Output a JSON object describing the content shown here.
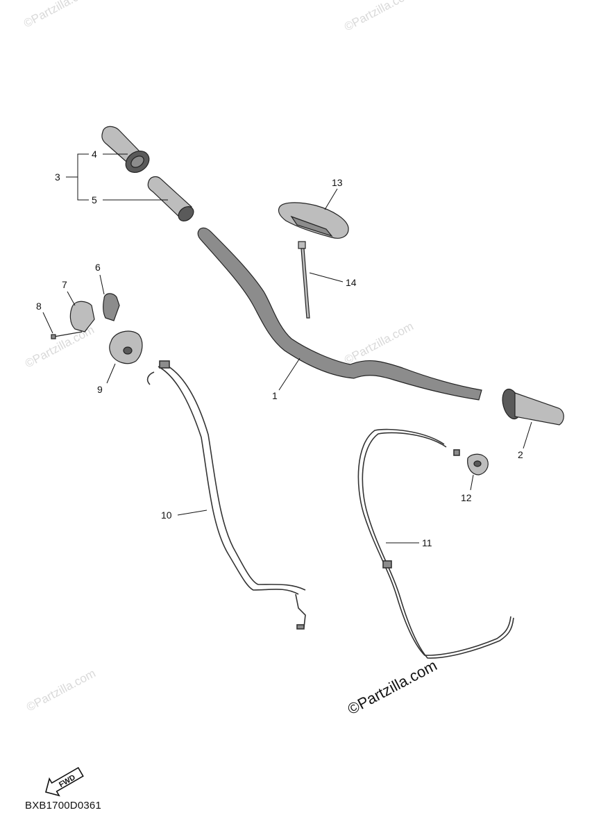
{
  "diagram": {
    "callouts": [
      {
        "id": "c1",
        "label": "1"
      },
      {
        "id": "c2",
        "label": "2"
      },
      {
        "id": "c3",
        "label": "3"
      },
      {
        "id": "c4",
        "label": "4"
      },
      {
        "id": "c5",
        "label": "5"
      },
      {
        "id": "c6",
        "label": "6"
      },
      {
        "id": "c7",
        "label": "7"
      },
      {
        "id": "c8",
        "label": "8"
      },
      {
        "id": "c9",
        "label": "9"
      },
      {
        "id": "c10",
        "label": "10"
      },
      {
        "id": "c11",
        "label": "11"
      },
      {
        "id": "c12",
        "label": "12"
      },
      {
        "id": "c13",
        "label": "13"
      },
      {
        "id": "c14",
        "label": "14"
      }
    ],
    "fwd_label": "FWD",
    "drawing_code": "BXB1700D0361",
    "copyright": "©Partzilla.com",
    "watermark": "©Partzilla.com"
  }
}
